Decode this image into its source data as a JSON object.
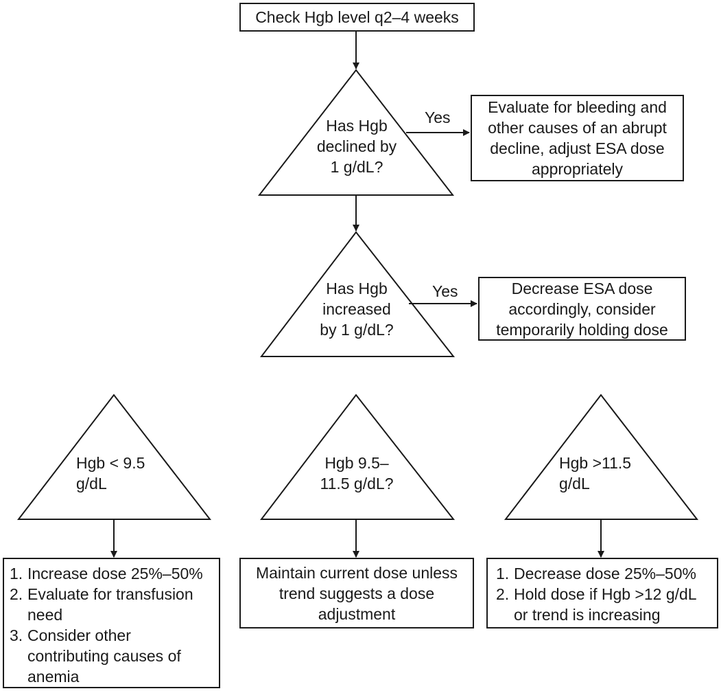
{
  "start": {
    "text": "Check Hgb level q2–4 weeks"
  },
  "decision_decline": {
    "lines": [
      "Has Hgb",
      "declined by",
      "1 g/dL?"
    ],
    "yes_label": "Yes",
    "outcome_lines": [
      "Evaluate for bleeding and",
      "other causes of an abrupt",
      "decline, adjust ESA dose",
      "appropriately"
    ]
  },
  "decision_increase": {
    "lines": [
      "Has Hgb",
      "increased",
      "by 1 g/dL?"
    ],
    "yes_label": "Yes",
    "outcome_lines": [
      "Decrease ESA dose",
      "accordingly, consider",
      "temporarily holding dose"
    ]
  },
  "branch_low": {
    "lines": [
      "Hgb < 9.5",
      "g/dL"
    ],
    "steps": [
      {
        "num": "1.",
        "lines": [
          "Increase dose 25%–50%"
        ]
      },
      {
        "num": "2.",
        "lines": [
          "Evaluate for transfusion",
          "need"
        ]
      },
      {
        "num": "3.",
        "lines": [
          "Consider other",
          "contributing causes of",
          "anemia"
        ]
      }
    ]
  },
  "branch_mid": {
    "lines": [
      "Hgb 9.5–",
      "11.5 g/dL?"
    ],
    "outcome_lines": [
      "Maintain current dose unless",
      "trend suggests a dose",
      "adjustment"
    ]
  },
  "branch_high": {
    "lines": [
      "Hgb >11.5",
      "g/dL"
    ],
    "steps": [
      {
        "num": "1.",
        "lines": [
          "Decrease dose 25%–50%"
        ]
      },
      {
        "num": "2.",
        "lines": [
          "Hold dose if Hgb >12 g/dL",
          "or trend is increasing"
        ]
      }
    ]
  }
}
